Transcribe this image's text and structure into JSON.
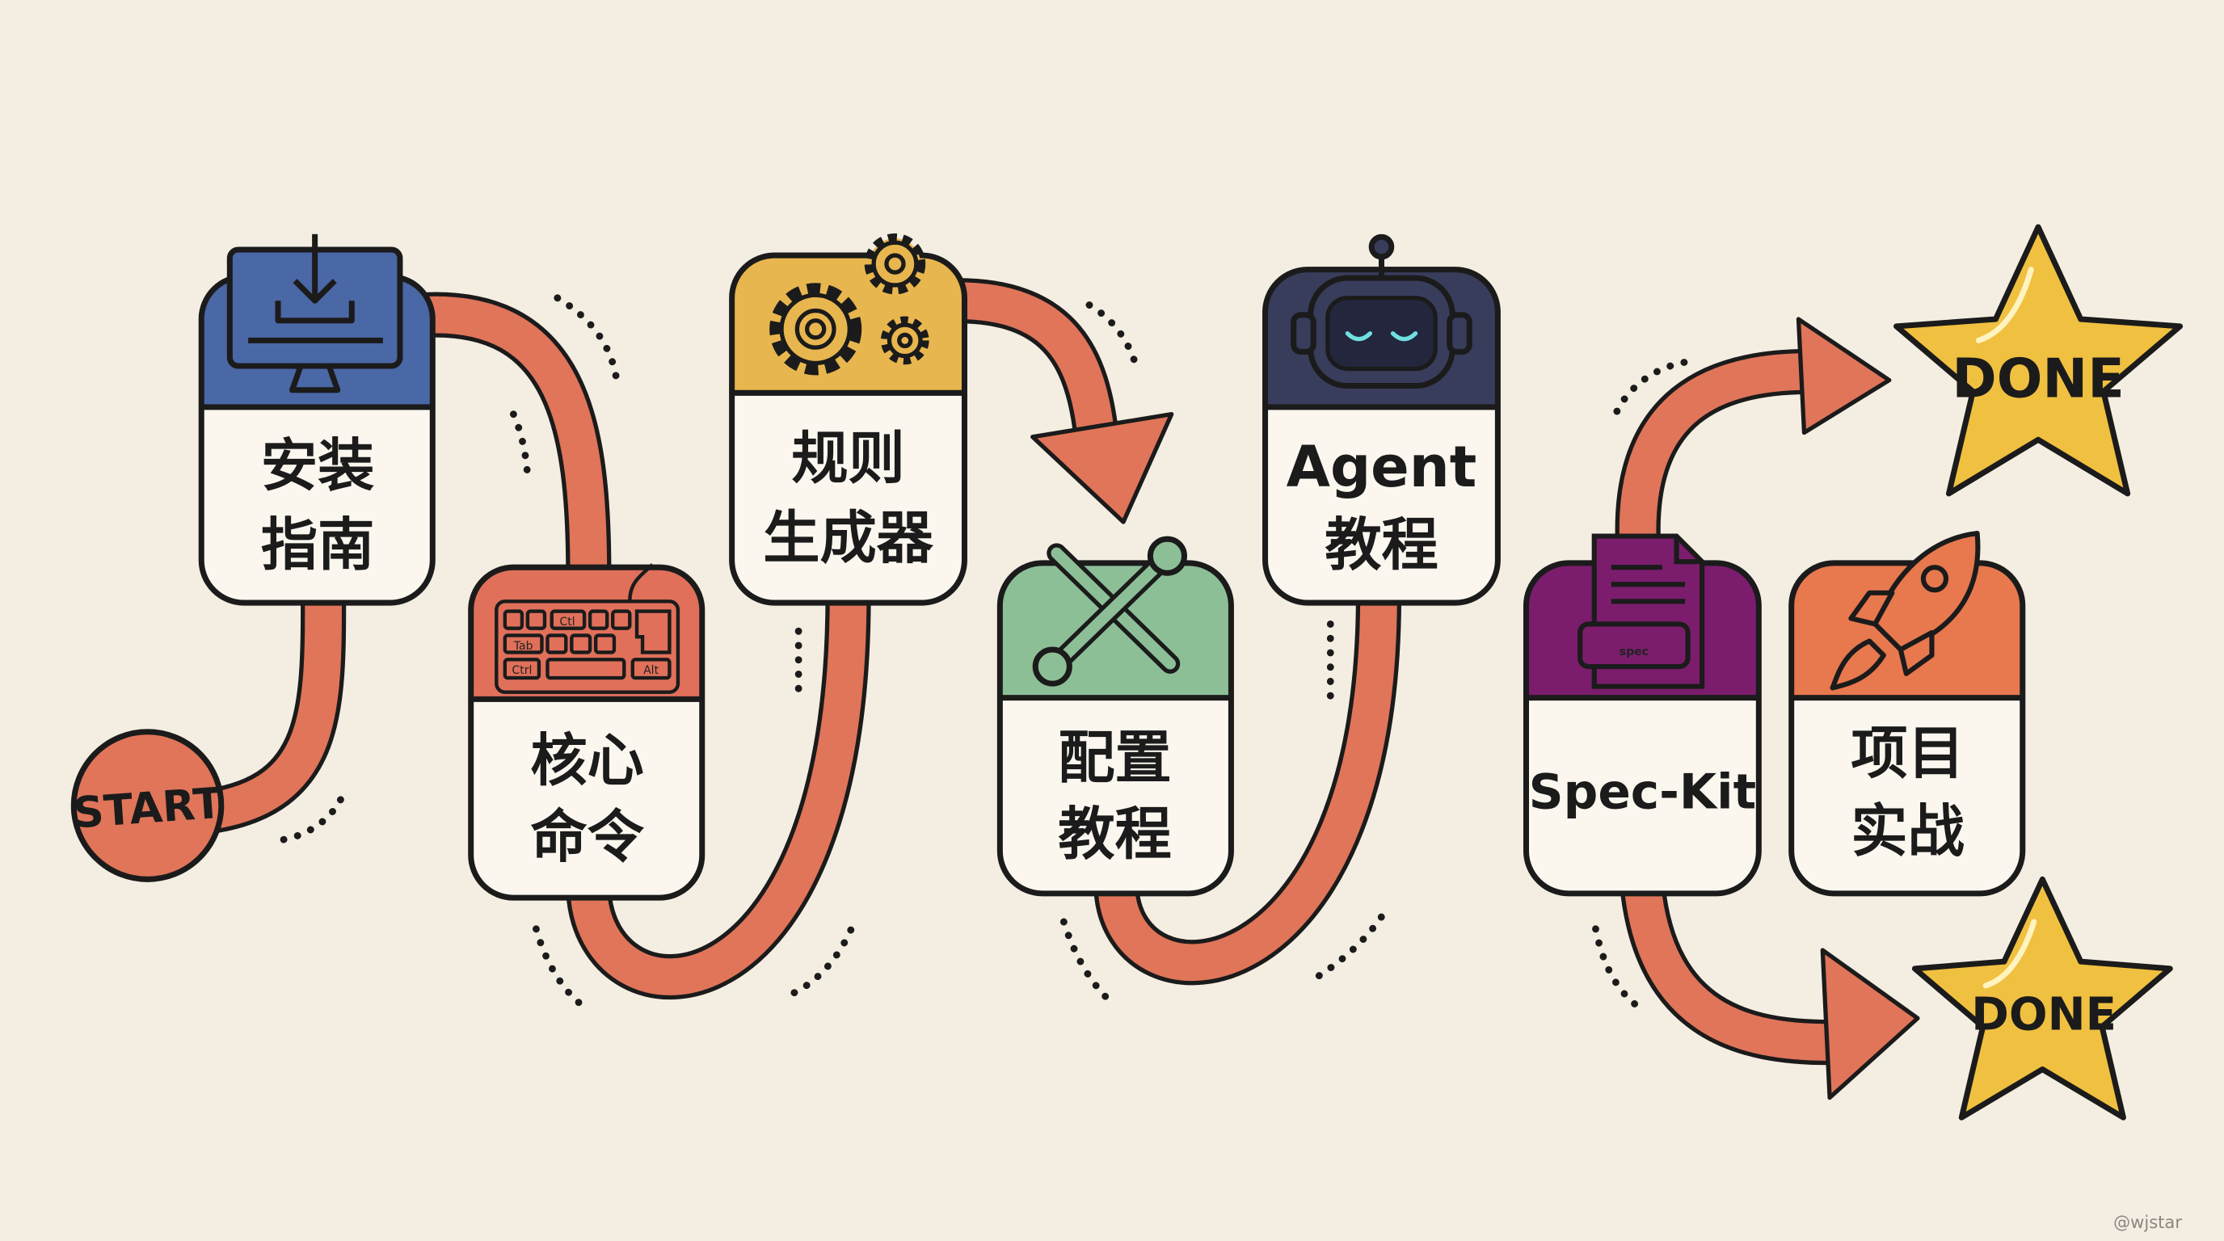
{
  "start_label": "START",
  "done_labels": [
    "DONE",
    "DONE"
  ],
  "cards": [
    {
      "id": "install-guide",
      "lines": [
        "安装",
        "指南"
      ],
      "header_color": "#4a67a6",
      "icon": "monitor-download-icon"
    },
    {
      "id": "core-commands",
      "lines": [
        "核心",
        "命令"
      ],
      "header_color": "#e0705a",
      "icon": "keyboard-icon"
    },
    {
      "id": "rule-generator",
      "lines": [
        "规则",
        "生成器"
      ],
      "header_color": "#e8b64e",
      "icon": "gears-icon"
    },
    {
      "id": "config-tutorial",
      "lines": [
        "配置",
        "教程"
      ],
      "header_color": "#8dbf97",
      "icon": "tools-icon"
    },
    {
      "id": "agent-tutorial",
      "lines": [
        "Agent",
        "教程"
      ],
      "header_color": "#383d5c",
      "icon": "robot-icon"
    },
    {
      "id": "spec-kit",
      "lines": [
        "Spec-Kit"
      ],
      "header_color": "#7b1d6c",
      "icon": "spec-document-icon"
    },
    {
      "id": "project-practice",
      "lines": [
        "项目",
        "实战"
      ],
      "header_color": "#e8784e",
      "icon": "rocket-icon"
    }
  ],
  "keyboard_keys": {
    "top": "Ctl",
    "tab": "Tab",
    "ctrl": "Ctrl",
    "alt": "Alt"
  },
  "spec_label": "spec",
  "watermark": "@wjstar",
  "colors": {
    "background": "#f4eee2",
    "path": "#e0755a",
    "outline": "#1b1b1b",
    "star": "#f0c040"
  }
}
